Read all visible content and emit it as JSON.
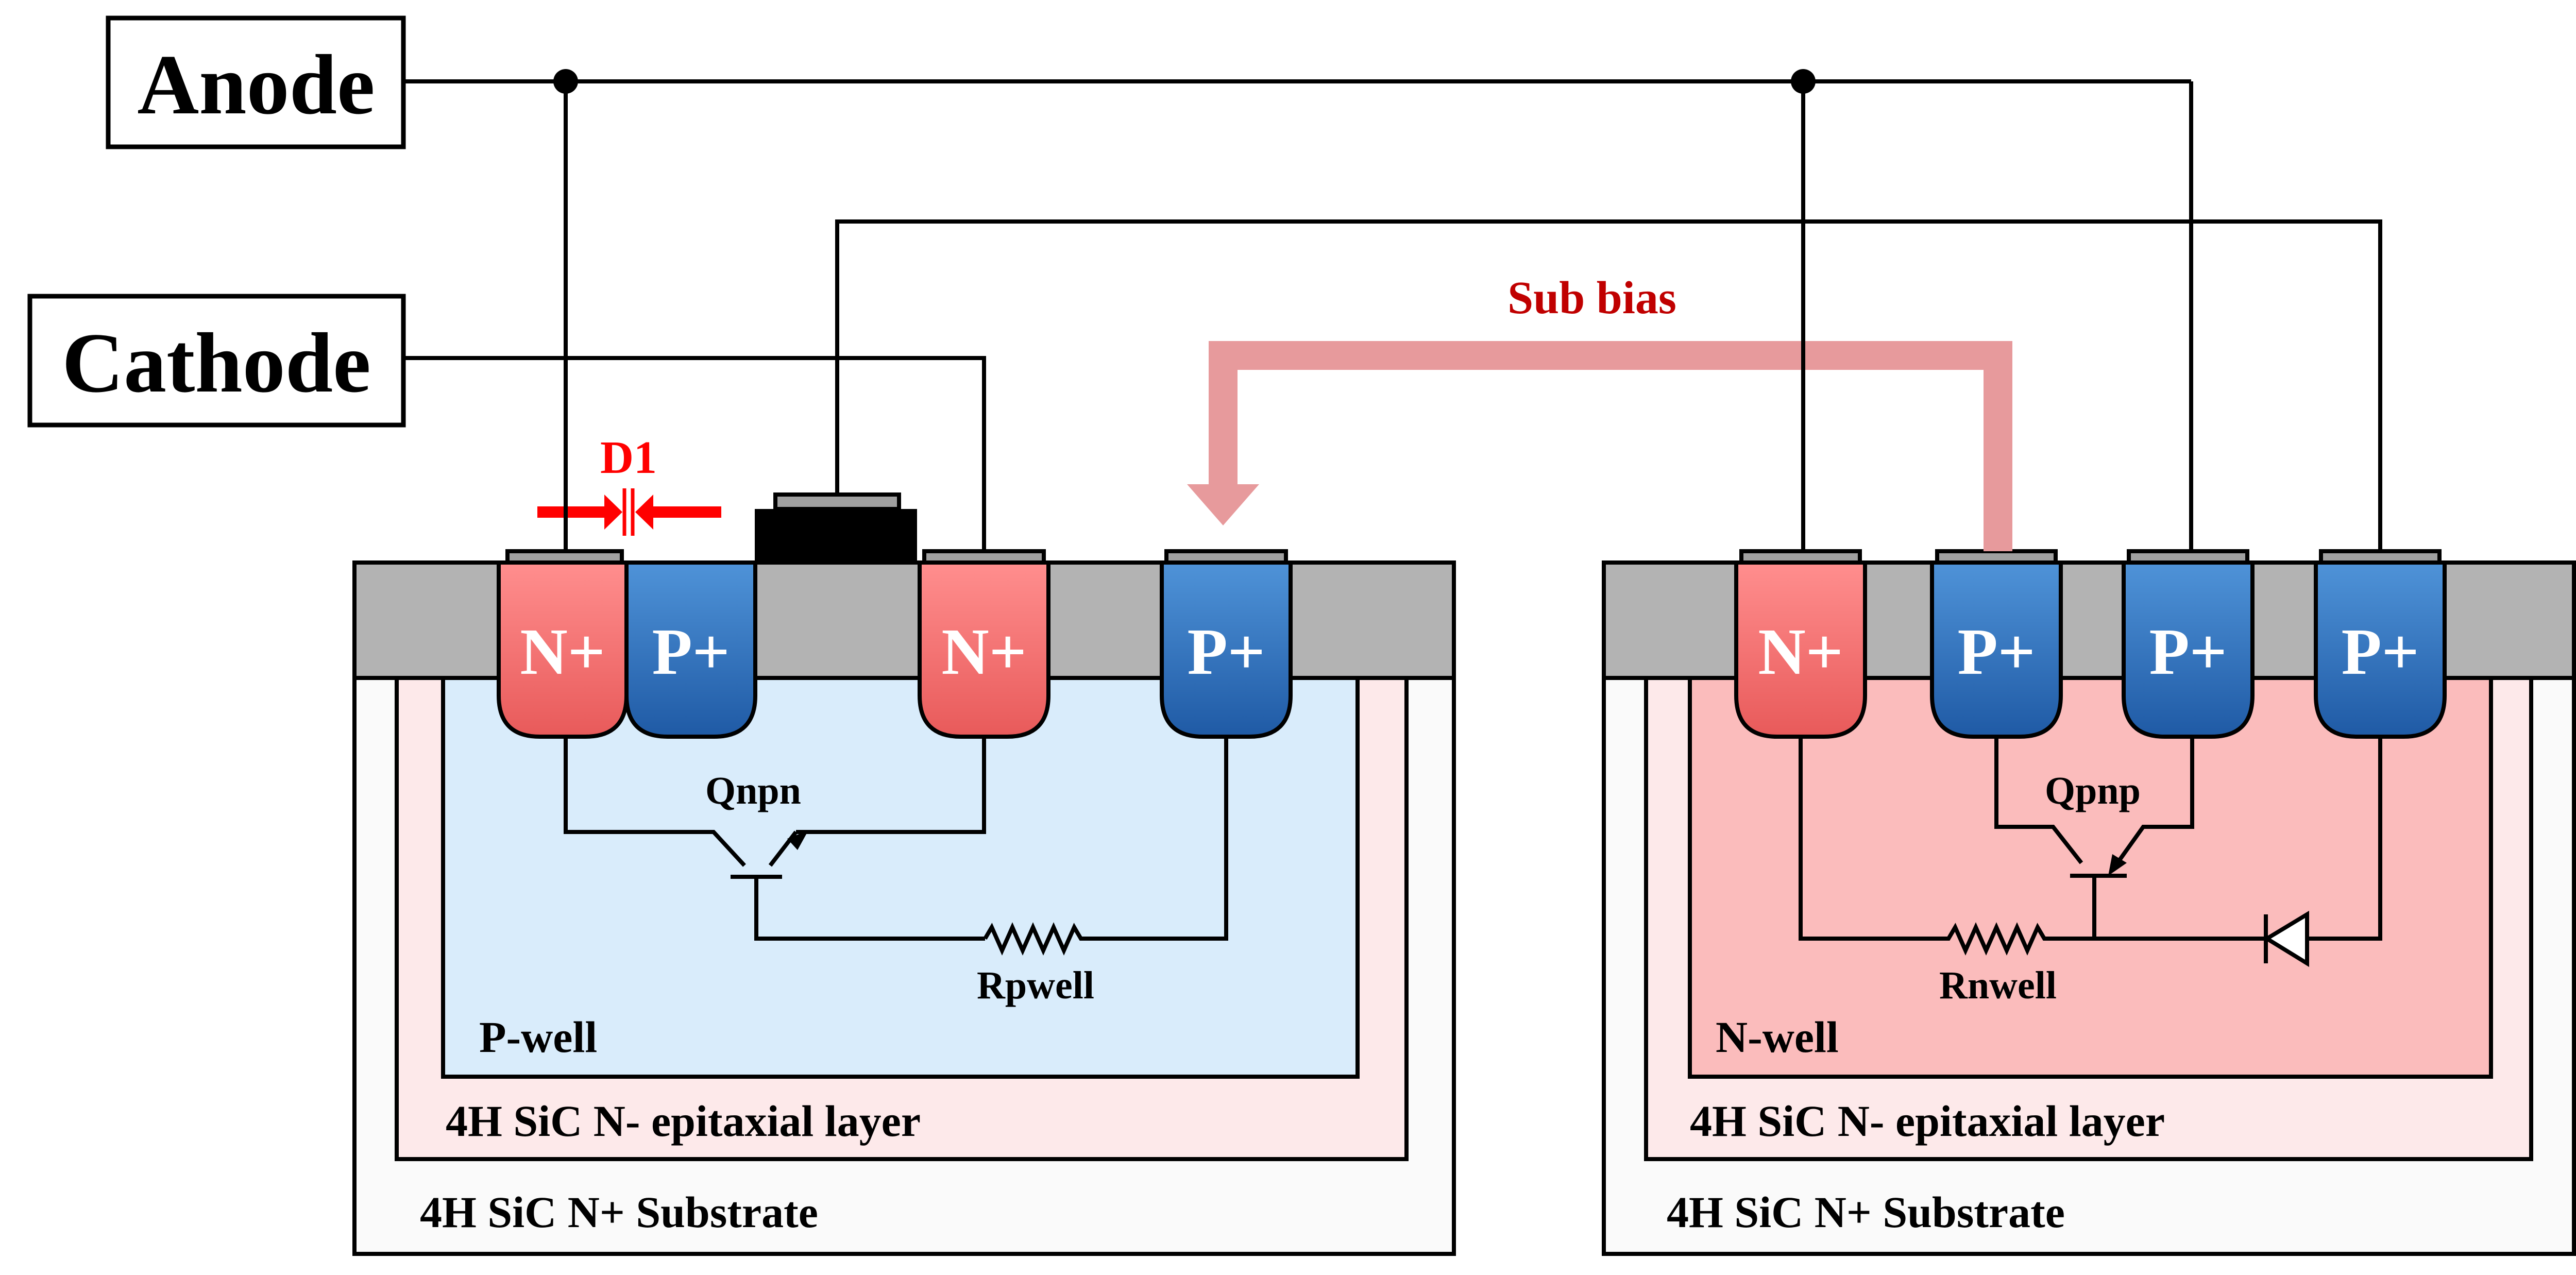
{
  "terminals": {
    "anode": "Anode",
    "cathode": "Cathode"
  },
  "left_device": {
    "diffusions": [
      "N+",
      "P+",
      "N+",
      "P+"
    ],
    "well": "P-well",
    "epi": "4H SiC N- epitaxial layer",
    "substrate": "4H SiC N+ Substrate",
    "transistor": "Qnpn",
    "resistor": "Rpwell",
    "diode_marker": "D1"
  },
  "right_device": {
    "diffusions": [
      "N+",
      "P+",
      "P+",
      "P+"
    ],
    "well": "N-well",
    "epi": "4H SiC N- epitaxial layer",
    "substrate": "4H SiC N+ Substrate",
    "transistor": "Qpnp",
    "resistor": "Rnwell"
  },
  "sub_bias_label": "Sub bias",
  "colors": {
    "n_plus": "#f26b6b",
    "p_plus": "#2f74c2",
    "p_well": "#d9ecfb",
    "n_well": "#fbbcbc",
    "epi": "#fde9ea",
    "substrate": "#fafafa",
    "oxide": "#b3b3b3",
    "accent_red": "#c00000",
    "arrow_red": "#ff0000",
    "sub_bias_arrow": "#e79a9c"
  }
}
